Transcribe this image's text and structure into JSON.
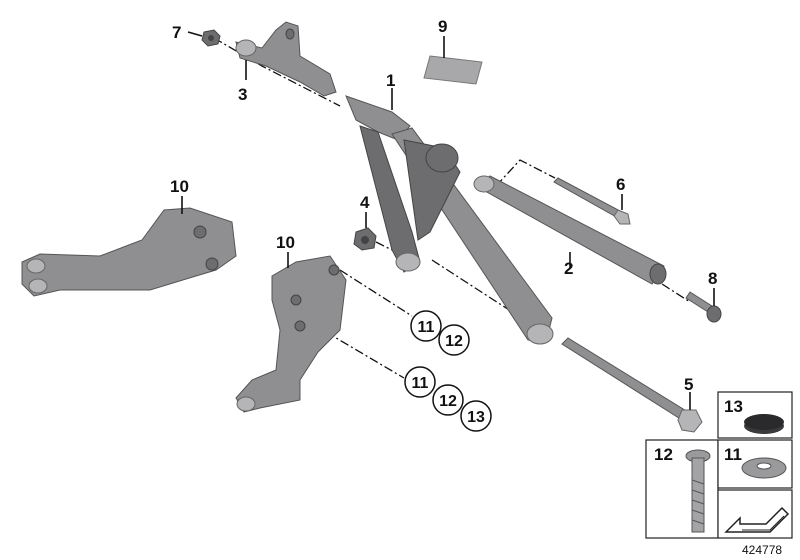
{
  "callouts": {
    "n1": "1",
    "n2": "2",
    "n3": "3",
    "n4": "4",
    "n5": "5",
    "n6": "6",
    "n7": "7",
    "n8": "8",
    "n9": "9",
    "n10a": "10",
    "n10b": "10",
    "c11a": "11",
    "c12a": "12",
    "c11b": "11",
    "c12b": "12",
    "c13": "13"
  },
  "legend": {
    "n13": "13",
    "n12": "12",
    "n11": "11"
  },
  "diagram_number": "424778",
  "colors": {
    "part": "#8f8f91",
    "part_dark": "#6d6d70",
    "line": "#111111"
  }
}
